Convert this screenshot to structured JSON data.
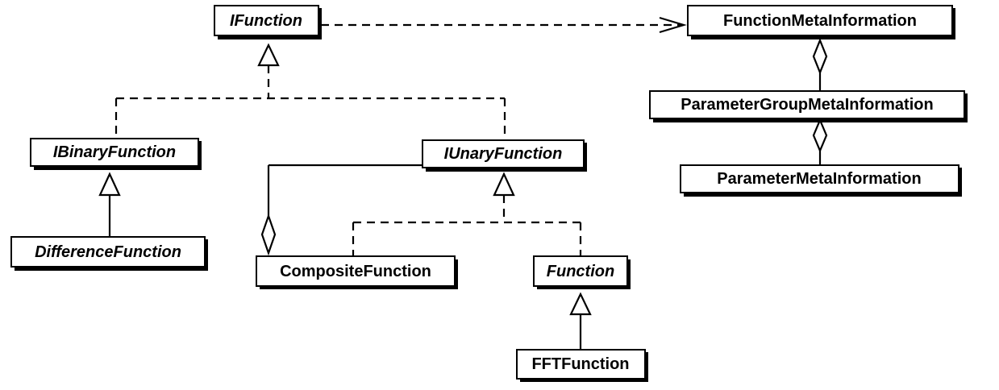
{
  "classes": {
    "ifunction": {
      "name": "IFunction",
      "abstract": true
    },
    "ibinary": {
      "name": "IBinaryFunction",
      "abstract": true
    },
    "iunary": {
      "name": "IUnaryFunction",
      "abstract": true
    },
    "difference": {
      "name": "DifferenceFunction",
      "abstract": true
    },
    "composite": {
      "name": "CompositeFunction",
      "abstract": false
    },
    "function": {
      "name": "Function",
      "abstract": true
    },
    "fft": {
      "name": "FFTFunction",
      "abstract": false
    },
    "fmeta": {
      "name": "FunctionMetaInformation",
      "abstract": false
    },
    "pgmeta": {
      "name": "ParameterGroupMetaInformation",
      "abstract": false
    },
    "pmeta": {
      "name": "ParameterMetaInformation",
      "abstract": false
    }
  },
  "relations": [
    {
      "kind": "dependency",
      "from": "ifunction",
      "to": "fmeta"
    },
    {
      "kind": "realization",
      "from": "ibinary",
      "to": "ifunction"
    },
    {
      "kind": "realization",
      "from": "iunary",
      "to": "ifunction"
    },
    {
      "kind": "generalization",
      "from": "difference",
      "to": "ibinary"
    },
    {
      "kind": "realization",
      "from": "composite",
      "to": "iunary"
    },
    {
      "kind": "realization",
      "from": "function",
      "to": "iunary"
    },
    {
      "kind": "generalization",
      "from": "fft",
      "to": "function"
    },
    {
      "kind": "aggregation",
      "whole": "composite",
      "part": "iunary"
    },
    {
      "kind": "aggregation",
      "whole": "fmeta",
      "part": "pgmeta"
    },
    {
      "kind": "aggregation",
      "whole": "pgmeta",
      "part": "pmeta"
    }
  ]
}
